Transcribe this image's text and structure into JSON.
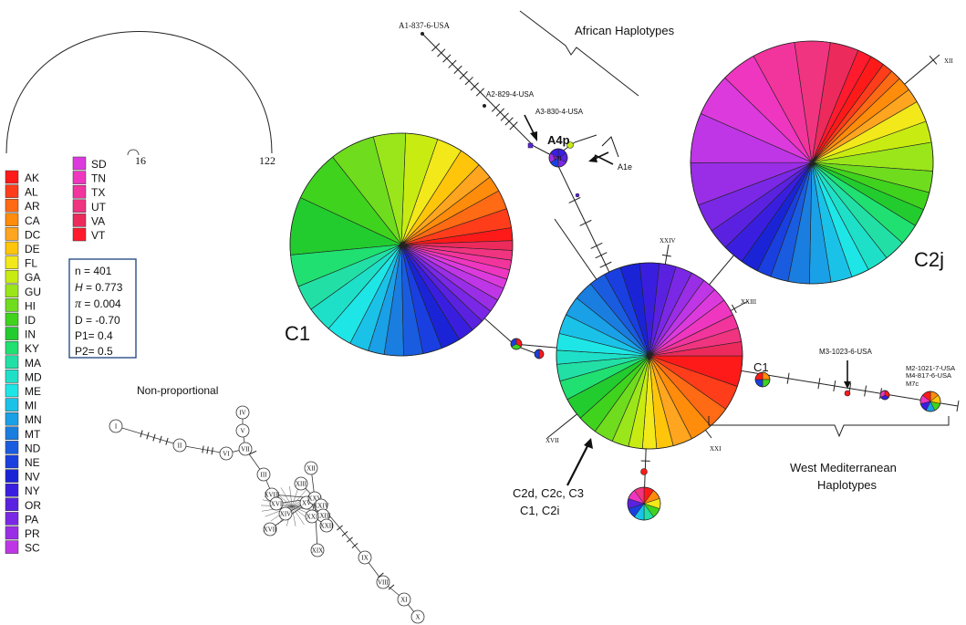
{
  "legend": {
    "col1": [
      "AK",
      "AL",
      "AR",
      "CA",
      "DC",
      "DE",
      "FL",
      "GA",
      "GU",
      "HI",
      "ID",
      "IN",
      "KY",
      "MA",
      "MD",
      "ME",
      "MI",
      "MN",
      "MT",
      "ND",
      "NE",
      "NV",
      "NY",
      "OR",
      "PA",
      "PR",
      "SC"
    ],
    "col2": [
      "SD",
      "TN",
      "TX",
      "UT",
      "VA",
      "VT"
    ]
  },
  "palette": [
    "#ff1a1a",
    "#ff3d1a",
    "#ff6a14",
    "#ff8c0a",
    "#ffa51f",
    "#ffc50a",
    "#f2e81a",
    "#c8ec12",
    "#9ae61a",
    "#6fdc1e",
    "#3fd31e",
    "#22cc2e",
    "#1fe070",
    "#22e0a5",
    "#1ee0c8",
    "#1ee6e6",
    "#1ac2e8",
    "#1aa0e6",
    "#1a7de0",
    "#1a5ce0",
    "#1a3fe0",
    "#1a24d6",
    "#3a1ee0",
    "#5a22e0",
    "#7a28e6",
    "#9a2ee6",
    "#bf36e6",
    "#dd3ade",
    "#ee36c0",
    "#f2349d",
    "#f03480",
    "#ec2a5c",
    "#ff1a2e"
  ],
  "stats": {
    "n": "n = 401",
    "h_sym": "H",
    "h_val": " = 0.773",
    "pi_sym": "π",
    "pi_val": " = 0.004",
    "d": "D = -0.70",
    "p1": "P1= 0.4",
    "p2": "P2= 0.5"
  },
  "arc": {
    "left_label": "16",
    "right_label": "122"
  },
  "clusters": {
    "c1_big": "C1",
    "c2j": "C2j",
    "c1_small": "C1",
    "a4p": "A4p",
    "a1e": "A1e",
    "center_group": [
      "C2d, C2c, C3",
      "C1, C2i"
    ]
  },
  "haplotypes": {
    "a1": "A1-837-6-USA",
    "a2": "A2-829-4-USA",
    "a3": "A3-830-4-USA",
    "m3": "M3-1023-6-USA",
    "m2": "M2-1021-7-USA",
    "m4": "M4-817-6-USA",
    "m7": "M7c"
  },
  "groups": {
    "african": "African Haplotypes",
    "west_med_1": "West Mediterranean",
    "west_med_2": "Haplotypes",
    "nonprop": "Non-proportional"
  },
  "roman": {
    "vii": "VII",
    "xxiv": "XXIV",
    "xxiii": "XXIII",
    "xvii": "XVII",
    "xxi": "XXI",
    "xii_c2j": "XII",
    "np": [
      "I",
      "II",
      "VI",
      "VII",
      "IV",
      "V",
      "III",
      "XII",
      "XIII",
      "XVIII",
      "XVI",
      "XIV",
      "XV",
      "XXV",
      "XXIV",
      "XXIII",
      "XXII",
      "XXI",
      "XVII",
      "XIX",
      "IX",
      "VIII",
      "XI",
      "X"
    ]
  },
  "pies": {
    "c1": [
      0.02,
      0.03,
      0.03,
      0.025,
      0.025,
      0.035,
      0.04,
      0.05,
      0.05,
      0.07,
      0.08,
      0.09,
      0.05,
      0.04,
      0.04,
      0.04,
      0.03,
      0.025,
      0.03,
      0.03,
      0.03,
      0.03,
      0.025,
      0.02,
      0.02,
      0.02,
      0.02,
      0.015,
      0.015,
      0.015,
      0.015,
      0.015
    ],
    "c2j": [
      0.03,
      0.03,
      0.04,
      0.03,
      0.025,
      0.025,
      0.03,
      0.03,
      0.03,
      0.025,
      0.03,
      0.03,
      0.03,
      0.025,
      0.02,
      0.025,
      0.03,
      0.03,
      0.04,
      0.06,
      0.07,
      0.06,
      0.05,
      0.06,
      0.05,
      0.04,
      0.02,
      0.02,
      0.015,
      0.015,
      0.02,
      0.02
    ],
    "center": [
      0.055,
      0.045,
      0.04,
      0.04,
      0.035,
      0.03,
      0.025,
      0.025,
      0.03,
      0.035,
      0.035,
      0.04,
      0.035,
      0.03,
      0.025,
      0.03,
      0.035,
      0.035,
      0.035,
      0.03,
      0.03,
      0.035,
      0.035,
      0.03,
      0.03,
      0.025,
      0.025,
      0.025,
      0.03,
      0.025,
      0.025,
      0.025
    ]
  }
}
